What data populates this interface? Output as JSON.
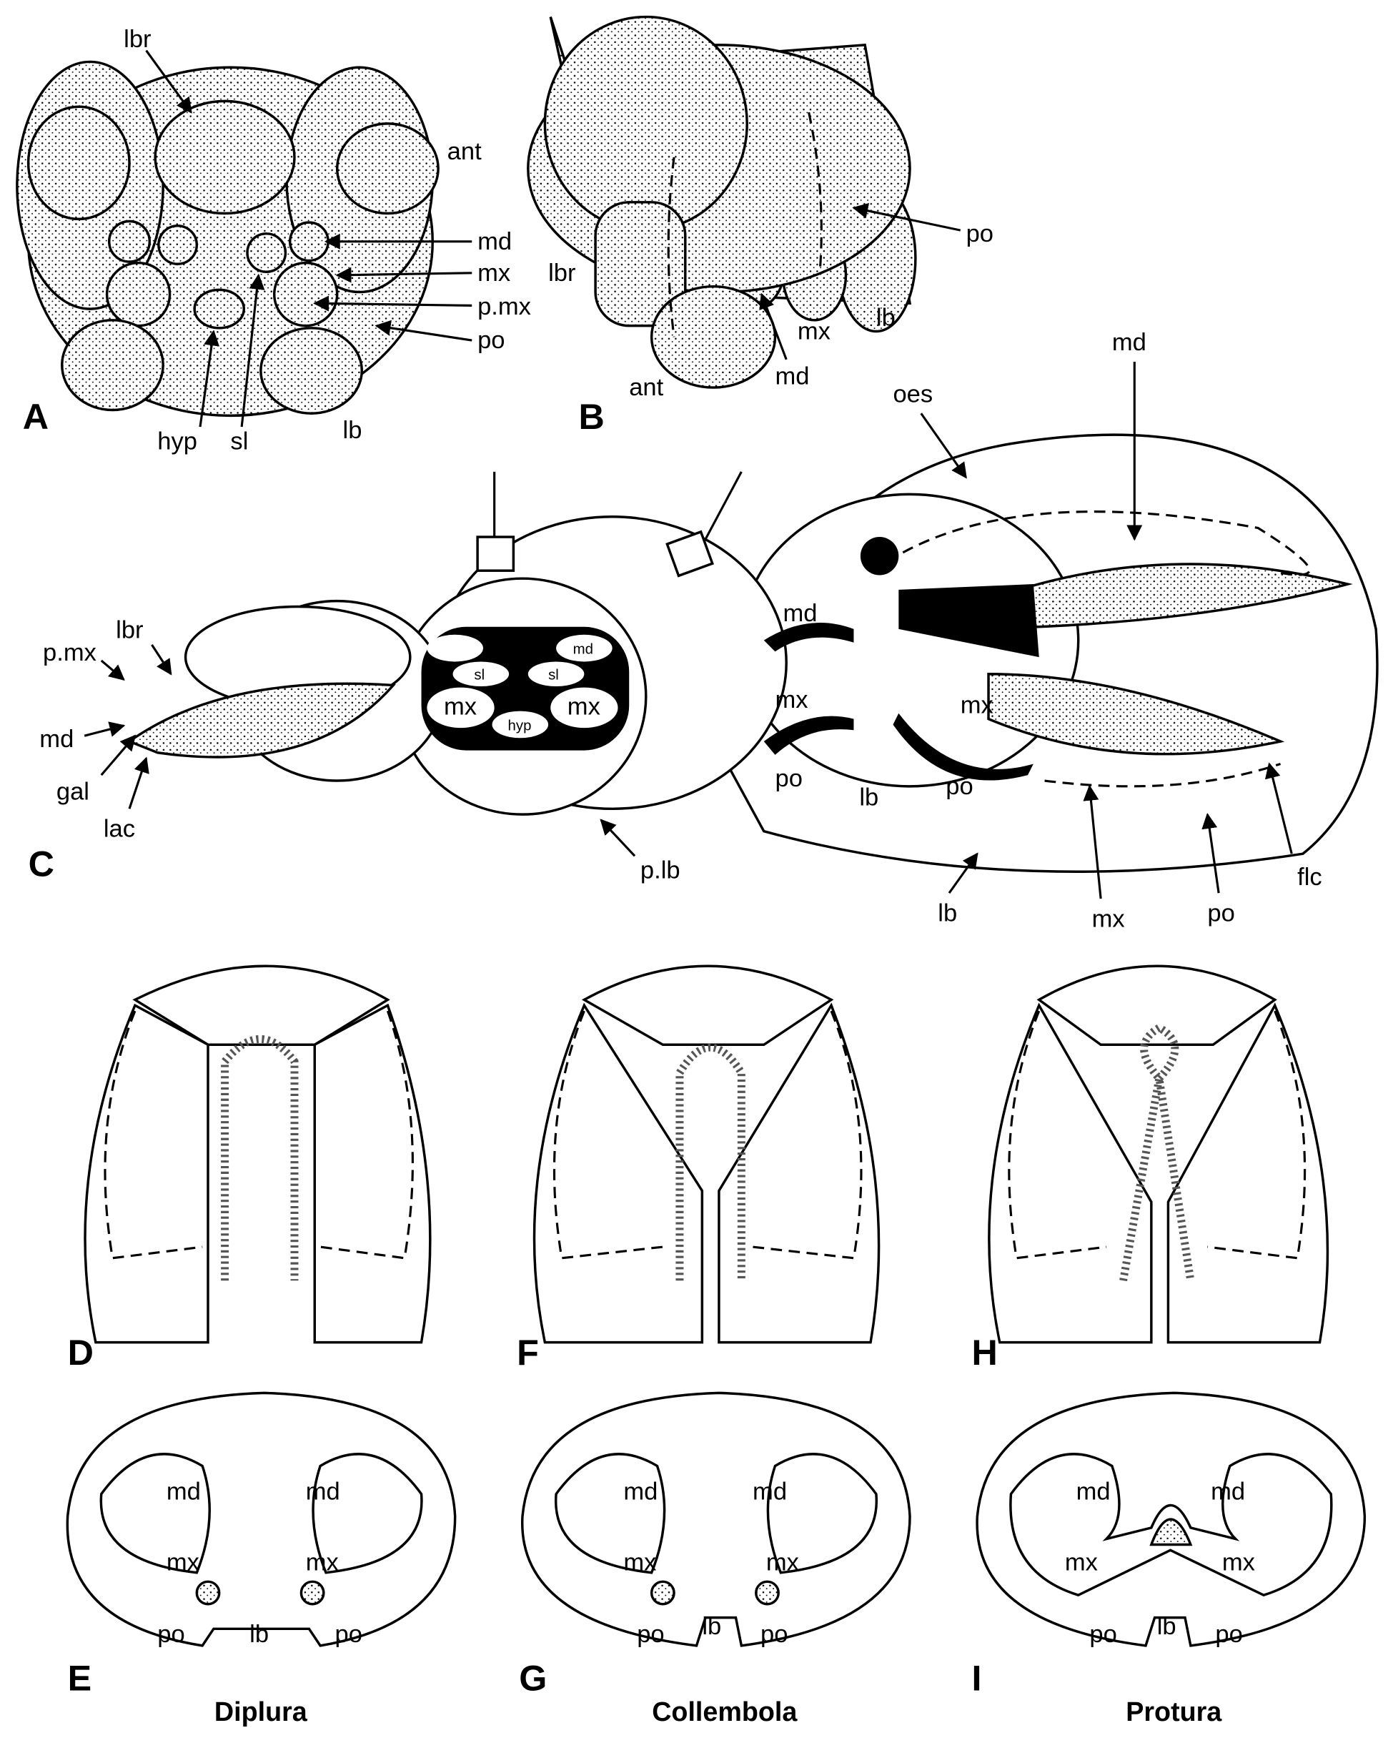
{
  "panels": {
    "A": {
      "letter": "A",
      "labels": {
        "lbr": "lbr",
        "ant": "ant",
        "md": "md",
        "mx": "mx",
        "pmx": "p.mx",
        "po": "po",
        "hyp": "hyp",
        "sl": "sl",
        "lb": "lb"
      }
    },
    "B": {
      "letter": "B",
      "labels": {
        "po": "po",
        "lbr": "lbr",
        "mx": "mx",
        "lb": "lb",
        "ant": "ant",
        "md": "md"
      }
    },
    "C": {
      "letter": "C",
      "labels": {
        "pmx": "p.mx",
        "lbr": "lbr",
        "md": "md",
        "gal": "gal",
        "lac": "lac",
        "plb": "p.lb",
        "oes": "oes",
        "md_top": "md",
        "md_in1": "md",
        "md_in2": "md",
        "sl1": "sl",
        "sl2": "sl",
        "mx_in1": "mx",
        "mx_in2": "mx",
        "hyp": "hyp",
        "md_sec": "md",
        "mx_sec1": "mx",
        "mx_sec2": "mx",
        "po1": "po",
        "lb_sec": "lb",
        "po2": "po",
        "lb_bottom": "lb",
        "mx_bottom": "mx",
        "po_bottom": "po",
        "flc": "flc"
      }
    },
    "D": {
      "letter": "D"
    },
    "F": {
      "letter": "F"
    },
    "H": {
      "letter": "H"
    },
    "E": {
      "letter": "E",
      "labels": {
        "md1": "md",
        "md2": "md",
        "mx1": "mx",
        "mx2": "mx",
        "po1": "po",
        "lb": "lb",
        "po2": "po"
      }
    },
    "G": {
      "letter": "G",
      "labels": {
        "md1": "md",
        "md2": "md",
        "mx1": "mx",
        "mx2": "mx",
        "po1": "po",
        "lb": "lb",
        "po2": "po"
      }
    },
    "I": {
      "letter": "I",
      "labels": {
        "md1": "md",
        "md2": "md",
        "mx1": "mx",
        "mx2": "mx",
        "po1": "po",
        "lb": "lb",
        "po2": "po"
      }
    }
  },
  "taxa": [
    "Diplura",
    "Collembola",
    "Protura"
  ]
}
